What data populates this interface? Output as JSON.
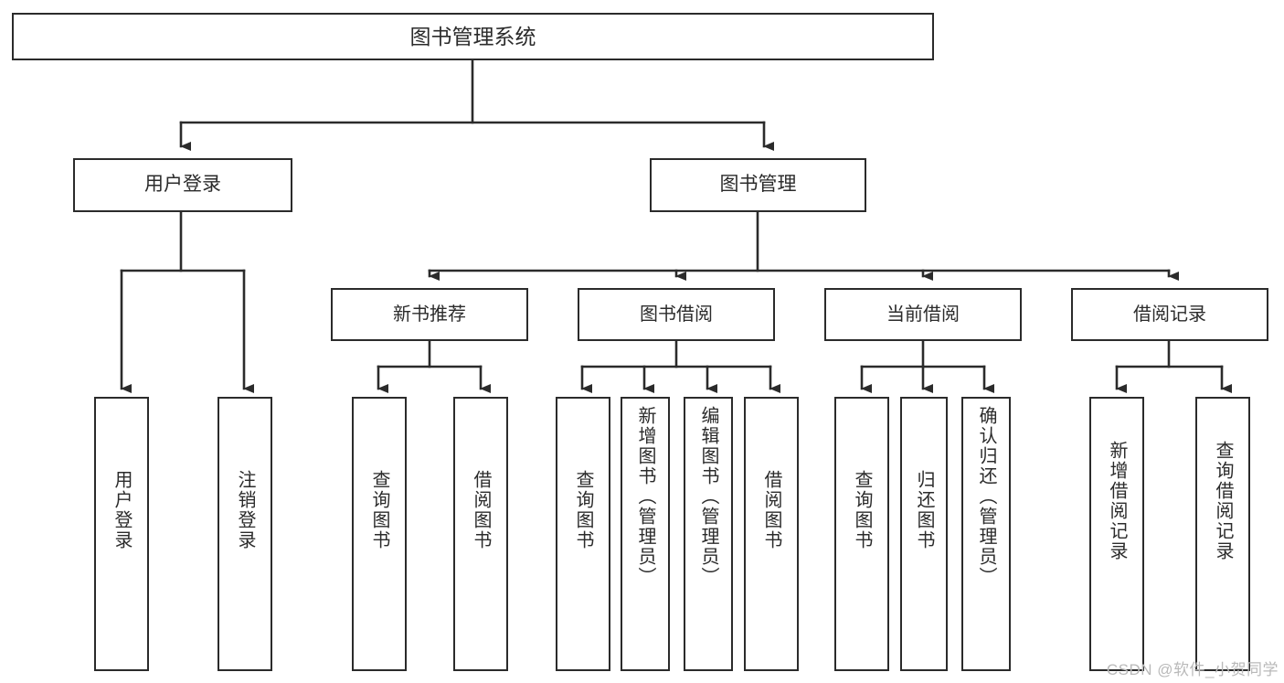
{
  "diagram": {
    "type": "tree-hierarchy-chart",
    "title": "图书管理系统",
    "orientation": "top-down",
    "colors": {
      "stroke": "#2b2b2b",
      "fill": "#ffffff",
      "background": "#ffffff",
      "watermark": "#b9b9b9"
    },
    "root": {
      "label": "图书管理系统"
    },
    "level1": [
      {
        "label": "用户登录"
      },
      {
        "label": "图书管理"
      }
    ],
    "level2": [
      {
        "label": "新书推荐"
      },
      {
        "label": "图书借阅"
      },
      {
        "label": "当前借阅"
      },
      {
        "label": "借阅记录"
      }
    ],
    "leaves": {
      "user_login": [
        {
          "label": "用户登录"
        },
        {
          "label": "注销登录"
        }
      ],
      "new_book_recommend": [
        {
          "label": "查询图书"
        },
        {
          "label": "借阅图书"
        }
      ],
      "book_borrow": [
        {
          "label": "查询图书"
        },
        {
          "label": "新增图书（管理员）"
        },
        {
          "label": "编辑图书（管理员）"
        },
        {
          "label": "借阅图书"
        }
      ],
      "current_borrow": [
        {
          "label": "查询图书"
        },
        {
          "label": "归还图书"
        },
        {
          "label": "确认归还（管理员）"
        }
      ],
      "borrow_record": [
        {
          "label": "新增借阅记录"
        },
        {
          "label": "查询借阅记录"
        }
      ]
    }
  },
  "watermark": {
    "text": "CSDN @软件_小贺同学"
  }
}
